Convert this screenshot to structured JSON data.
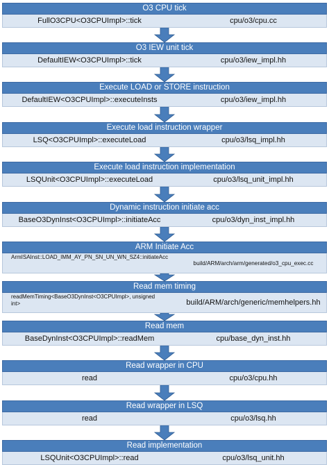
{
  "steps": [
    {
      "title": "O3 CPU tick",
      "function": "FullO3CPU<O3CPUImpl>::tick",
      "file": "cpu/o3/cpu.cc"
    },
    {
      "title": "O3 IEW unit tick",
      "function": "DefaultIEW<O3CPUImpl>::tick",
      "file": "cpu/o3/iew_impl.hh"
    },
    {
      "title": "Execute LOAD or STORE instruction",
      "function": "DefaultIEW<O3CPUImpl>::executeInsts",
      "file": "cpu/o3/iew_impl.hh"
    },
    {
      "title": "Execute load instruction wrapper",
      "function": "LSQ<O3CPUImpl>::executeLoad",
      "file": "cpu/o3/lsq_impl.hh"
    },
    {
      "title": "Execute load instruction implementation",
      "function": "LSQUnit<O3CPUImpl>::executeLoad",
      "file": "cpu/o3/lsq_unit_impl.hh"
    },
    {
      "title": "Dynamic instruction initiate acc",
      "function": "BaseO3DynInst<O3CPUImpl>::initiateAcc",
      "file": "cpu/o3/dyn_inst_impl.hh"
    },
    {
      "title": "ARM Initiate Acc",
      "function": "ArmISAInst::LOAD_IMM_AY_PN_SN_UN_WN_SZ4::initiateAcc",
      "file": "build/ARM/arch/arm/generated/o3_cpu_exec.cc"
    },
    {
      "title": "Read mem timing",
      "function": "readMemTiming<BaseO3DynInst<O3CPUImpl>, unsigned int>",
      "file": "build/ARM/arch/generic/memhelpers.hh"
    },
    {
      "title": "Read mem",
      "function": "BaseDynInst<O3CPUImpl>::readMem",
      "file": "cpu/base_dyn_inst.hh"
    },
    {
      "title": "Read wrapper in CPU",
      "function": "read",
      "file": "cpu/o3/cpu.hh"
    },
    {
      "title": "Read wrapper in LSQ",
      "function": "read",
      "file": "cpu/o3/lsq.hh"
    },
    {
      "title": "Read implementation",
      "function": "LSQUnit<O3CPUImpl>::read",
      "file": "cpu/o3/lsq_unit.hh"
    }
  ],
  "colors": {
    "header_fill": "#4a7ebb",
    "body_fill": "#dce6f2",
    "arrow_fill": "#4a7ebb"
  }
}
